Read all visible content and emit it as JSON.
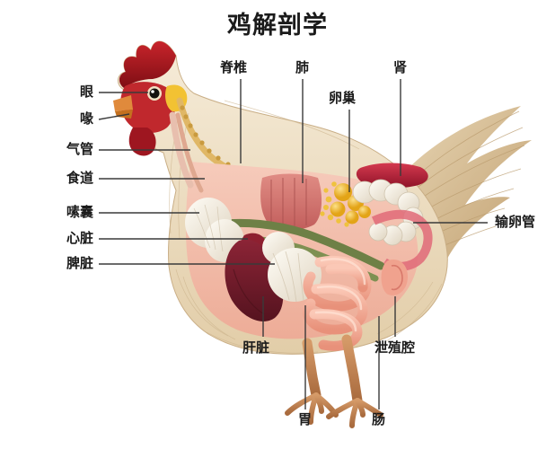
{
  "title": "鸡解剖学",
  "diagram": {
    "subject": "chicken-anatomy",
    "background_color": "#ffffff",
    "leader_color": "#3a3a3a",
    "text_color": "#1b1b1b"
  },
  "labels": {
    "eye": "眼",
    "beak": "喙",
    "trachea": "气管",
    "esophagus": "食道",
    "crop": "嗉囊",
    "heart": "心脏",
    "spleen": "脾脏",
    "spine": "脊椎",
    "lung": "肺",
    "ovary": "卵巢",
    "kidney": "肾",
    "oviduct": "输卵管",
    "liver": "肝脏",
    "gizzard": "胃",
    "intestine": "肠",
    "cloaca": "泄殖腔"
  },
  "colors": {
    "comb": "#B0181F",
    "comb_dark": "#7E0E14",
    "beak": "#E08A3C",
    "feather_light": "#EFE0C8",
    "feather_tan": "#D8BE96",
    "feather_gold": "#C9A876",
    "body_cavity": "#F0B7A4",
    "breast": "#F3C3B2",
    "lung": "#D4756F",
    "kidney": "#B4213A",
    "ovary": "#F0BE30",
    "oviduct": "#F2EDE2",
    "liver": "#6E1B2A",
    "spleen": "#D42B2B",
    "crop": "#EFE9DC",
    "gizzard": "#EDE6D6",
    "intestine": "#F2A893",
    "gut_green": "#6E8046",
    "leg": "#C0814F"
  }
}
